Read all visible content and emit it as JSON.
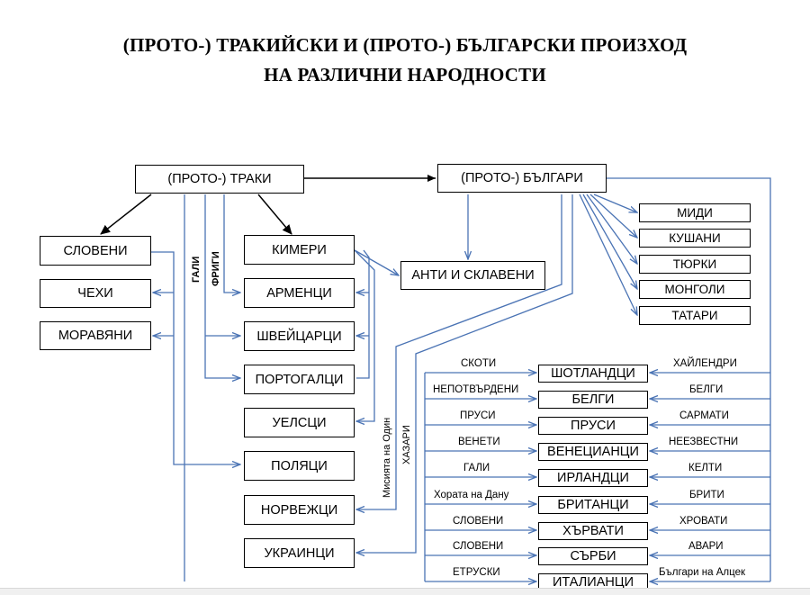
{
  "title": {
    "line1": "(ПРОТО-) ТРАКИЙСКИ И (ПРОТО-) БЪЛГАРСКИ ПРОИЗХОД",
    "line2": "НА РАЗЛИЧНИ НАРОДНОСТИ"
  },
  "roots": {
    "thracians": "(ПРОТО-) ТРАКИ",
    "bulgarians": "(ПРОТО-) БЪЛГАРИ"
  },
  "left_peoples": [
    "СЛОВЕНИ",
    "ЧЕХИ",
    "МОРАВЯНИ"
  ],
  "center_peoples": [
    "КИМЕРИ",
    "АРМЕНЦИ",
    "ШВЕЙЦАРЦИ",
    "ПОРТОГАЛЦИ",
    "УЕЛСЦИ",
    "ПОЛЯЦИ",
    "НОРВЕЖЦИ",
    "УКРАИНЦИ"
  ],
  "anti": "АНТИ И СКЛАВЕНИ",
  "east_peoples": [
    "МИДИ",
    "КУШАНИ",
    "ТЮРКИ",
    "МОНГОЛИ",
    "ТАТАРИ"
  ],
  "vertical_labels": {
    "gali": "ГАЛИ",
    "frigi": "ФРИГИ",
    "odin": "Мисията на Один",
    "hazari": "ХАЗАРИ"
  },
  "nations": [
    {
      "name": "ШОТЛАНДЦИ",
      "left": "СКОТИ",
      "right": "ХАЙЛЕНДРИ"
    },
    {
      "name": "БЕЛГИ",
      "left": "НЕПОТВЪРДЕНИ",
      "right": "БЕЛГИ"
    },
    {
      "name": "ПРУСИ",
      "left": "ПРУСИ",
      "right": "САРМАТИ"
    },
    {
      "name": "ВЕНЕЦИАНЦИ",
      "left": "ВЕНЕТИ",
      "right": "НЕЕЗВЕСТНИ"
    },
    {
      "name": "ИРЛАНДЦИ",
      "left": "ГАЛИ",
      "right": "КЕЛТИ"
    },
    {
      "name": "БРИТАНЦИ",
      "left": "Хората на Дану",
      "right": "БРИТИ"
    },
    {
      "name": "ХЪРВАТИ",
      "left": "СЛОВЕНИ",
      "right": "ХРОВАТИ"
    },
    {
      "name": "СЪРБИ",
      "left": "СЛОВЕНИ",
      "right": "АВАРИ"
    },
    {
      "name": "ИТАЛИАНЦИ",
      "left": "ЕТРУСКИ",
      "right": "Българи на Алцек"
    }
  ]
}
